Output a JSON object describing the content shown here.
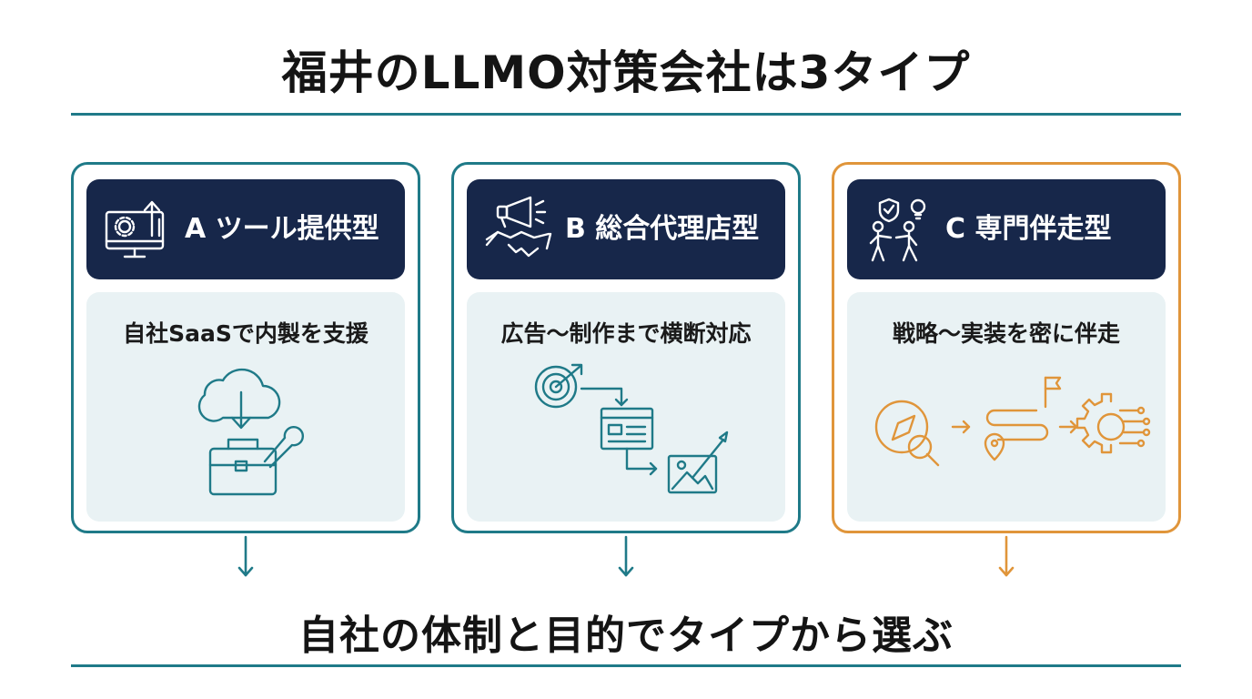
{
  "title": "福井のLLMO対策会社は3タイプ",
  "cards": [
    {
      "label": "A ツール提供型",
      "description": "自社SaaSで内製を支援",
      "head_icon": "monitor-gear-upload-icon",
      "illustration_icons": [
        "cloud-download-icon",
        "toolbox-wrench-icon"
      ]
    },
    {
      "label": "B 総合代理店型",
      "description": "広告〜制作まで横断対応",
      "head_icon": "megaphone-handshake-icon",
      "illustration_icons": [
        "target-icon",
        "webpage-icon",
        "design-image-icon"
      ]
    },
    {
      "label": "C 専門伴走型",
      "description": "戦略〜実装を密に伴走",
      "head_icon": "people-walking-together-icon",
      "illustration_icons": [
        "compass-search-icon",
        "route-flag-icon",
        "gear-circuit-icon"
      ]
    }
  ],
  "footer": "自社の体制と目的でタイプから選ぶ",
  "colors": {
    "teal": "#1f7a88",
    "orange": "#e0953a",
    "navy": "#17274a",
    "panel": "#e9f2f4"
  }
}
